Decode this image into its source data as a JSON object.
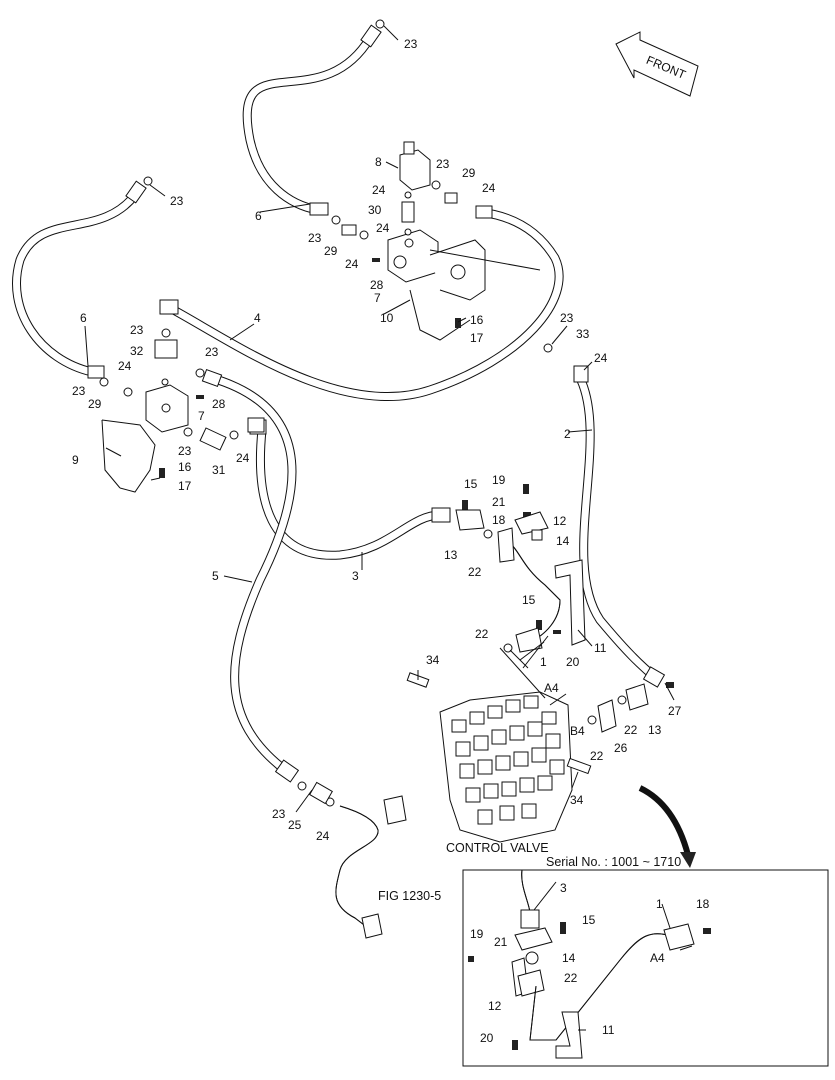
{
  "labels": {
    "front": "FRONT",
    "control_valve": "CONTROL VALVE",
    "serial": "Serial No. : 1001 ~ 1710",
    "fig_ref": "FIG 1230-5"
  },
  "port_labels": [
    "A4",
    "B4",
    "A4"
  ],
  "callouts": [
    "23",
    "23",
    "8",
    "23",
    "29",
    "24",
    "24",
    "30",
    "6",
    "24",
    "23",
    "29",
    "24",
    "28",
    "7",
    "10",
    "16",
    "17",
    "23",
    "33",
    "24",
    "6",
    "4",
    "23",
    "32",
    "23",
    "24",
    "23",
    "29",
    "28",
    "7",
    "9",
    "23",
    "31",
    "24",
    "16",
    "17",
    "2",
    "15",
    "19",
    "21",
    "18",
    "12",
    "14",
    "13",
    "22",
    "3",
    "5",
    "15",
    "22",
    "1",
    "20",
    "11",
    "34",
    "27",
    "22",
    "13",
    "26",
    "22",
    "34",
    "23",
    "25",
    "24",
    "3",
    "15",
    "1",
    "18",
    "19",
    "21",
    "14",
    "22",
    "12",
    "11",
    "20"
  ]
}
